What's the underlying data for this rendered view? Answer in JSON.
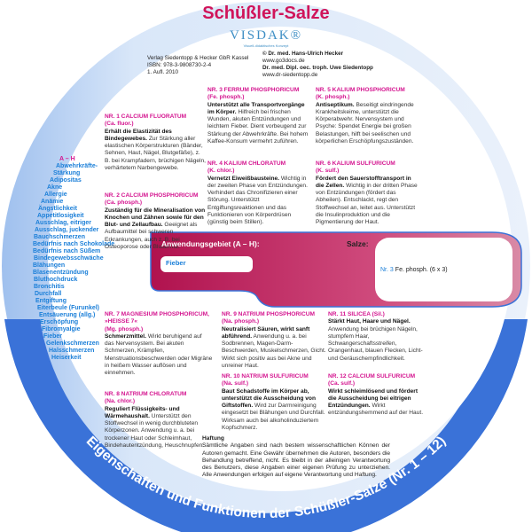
{
  "header": {
    "title": "Schüßler-Salze",
    "logo": "VISDAK®",
    "logo_tagline": "Visuell-didaktisches Konzept",
    "publisher": [
      "Verlag Siedentopp & Hecker GbR Kassel",
      "ISBN: 978-3-9808730-2-4",
      "1. Aufl. 2010"
    ],
    "authors": [
      "© Dr. med. Hans-Ulrich Hecker",
      "www.go3docs.de",
      "Dr. med. Dipl. oec. troph. Uwe Siedentopp",
      "www.dr-siedentopp.de"
    ]
  },
  "index": {
    "header": "A – H",
    "items": [
      "Abwehrkräfte-",
      "Stärkung",
      "Adipositas",
      "Akne",
      "Allergie",
      "Anämie",
      "Ängstlichkeit",
      "Appetitlosigkeit",
      "Ausschlag, eitriger",
      "Ausschlag, juckender",
      "Bauchschmerzen",
      "Bedürfnis nach Schokolade",
      "Bedürfnis nach Süßem",
      "Bindegewebsschwäche",
      "Blähungen",
      "Blasenentzündung",
      "Bluthochdruck",
      "Bronchitis",
      "Durchfall",
      "Entgiftung",
      "Eiterbeule (Furunkel)",
      "Entsäuerung (allg.)",
      "Erschöpfung",
      "Fibromyalgie",
      "Fieber",
      "Gelenkschmerzen",
      "Halsschmerzen",
      "Heiserkeit"
    ]
  },
  "salts": [
    {
      "title": "NR. 1 CALCIUM FLUORATUM",
      "abbr": "(Ca. fluor.)",
      "lead": "Erhält die Elastizität des Bindegewebes.",
      "body": "Zur Stärkung aller elastischen Körperstrukturen (Bänder, Sehnen, Haut, Nägel, Blutgefäße), z. B. bei Krampfadern, brüchigen Nägeln, verhärtetem Narbengewebe."
    },
    {
      "title": "NR. 2 CALCIUM PHOSPHORICUM",
      "abbr": "(Ca. phosph.)",
      "lead": "Zuständig für die Mineralisation von Knochen und Zähnen sowie für den Blut- und Zellaufbau.",
      "body": "Geeignet als Aufbaumittel bei schweren Erkrankungen, auch z. B. bei Osteoporose oder Blutarmut."
    },
    {
      "title": "NR. 3 FERRUM PHOSPHORICUM",
      "abbr": "(Fe. phosph.)",
      "lead": "Unterstützt alle Transportvorgänge im Körper.",
      "body": "Hilfreich bei frischen Wunden, akuten Entzündungen und leichtem Fieber. Dient vorbeugend zur Stärkung der Abwehrkräfte. Bei hohem Kaffee-Konsum vermehrt zuführen."
    },
    {
      "title": "NR. 4 KALIUM CHLORATUM",
      "abbr": "(K. chlor.)",
      "lead": "Vernetzt Eiweißbausteine.",
      "body": "Wichtig in der zweiten Phase von Entzündungen. Verhindert das Chronifizieren einer Störung. Unterstützt Entgiftungsreaktionen und das Funktionieren von Körperdrüsen (günstig beim Stillen)."
    },
    {
      "title": "NR. 5 KALIUM PHOSPHORICUM",
      "abbr": "(K. phosph.)",
      "lead": "Antiseptikum.",
      "body": "Beseitigt eindringende Krankheitskeime, unterstützt die Körperabwehr. Nervensystem und Psyche: Spendet Energie bei großen Belastungen, hilft bei seelischen und körperlichen Erschöpfungszuständen."
    },
    {
      "title": "NR. 6 KALIUM SULFURICUM",
      "abbr": "(K. sulf.)",
      "lead": "Fördert den Sauerstofftransport in die Zellen.",
      "body": "Wichtig in der dritten Phase von Entzündungen (fördert das Abheilen). Entschlackt, regt den Stoffwechsel an, leitet aus. Unterstützt die Insulinproduktion und die Pigmentierung der Haut."
    },
    {
      "title": "NR. 7 MAGNESIUM PHOSPHORICUM, »HEISSE 7«",
      "abbr": "(Mg. phosph.)",
      "lead": "Schmerzmittel.",
      "body": "Wirkt beruhigend auf das Nervensystem. Bei akuten Schmerzen, Krämpfen, Menstruationsbeschwerden oder Migräne in heißem Wasser auflösen und einnehmen."
    },
    {
      "title": "NR. 8 NATRIUM CHLORATUM",
      "abbr": "(Na. chlor.)",
      "lead": "Reguliert Flüssigkeits- und Wärmehaushalt.",
      "body": "Unterstützt den Stoffwechsel in wenig durchbluteten Körperzonen. Anwendung u. a. bei trockener Haut oder Schleimhaut, Bindehautentzündung, Heuschnupfen."
    },
    {
      "title": "NR. 9 NATRIUM PHOSPHORICUM",
      "abbr": "(Na. phosph.)",
      "lead": "Neutralisiert Säuren, wirkt sanft abführend.",
      "body": "Anwendung u. a. bei Sodbrennen, Magen-Darm-Beschwerden, Muskelschmerzen, Gicht. Wirkt sich positiv aus bei Akne und unreiner Haut."
    },
    {
      "title": "NR. 10 NATRIUM SULFURICUM",
      "abbr": "(Na. sulf.)",
      "lead": "Baut Schadstoffe im Körper ab, unterstützt die Ausscheidung von Giftstoffen.",
      "body": "Wird zur Darmreinigung eingesetzt bei Blähungen und Durchfall. Wirksam auch bei alkoholinduziertem Kopfschmerz."
    },
    {
      "title": "NR. 11 SILICEA (Sil.)",
      "abbr": "",
      "lead": "Stärkt Haut, Haare und Nägel.",
      "body": "Anwendung bei brüchigen Nägeln, stumpfem Haar, Schwangerschaftsstreifen, Orangenhaut, blauen Flecken, Licht- und Geräuschempfindlichkeit."
    },
    {
      "title": "NR. 12 CALCIUM SULFURICUM",
      "abbr": "(Ca. sulf.)",
      "lead": "Wirkt schleimlösend und fördert die Ausscheidung bei eitrigen Entzündungen.",
      "body": "Wirkt entzündungshemmend auf der Haut."
    }
  ],
  "selector": {
    "label": "Anwendungsgebiet (A – H):",
    "value": "Fieber",
    "salze_label": "Salze:",
    "result_nr": "Nr. 3",
    "result_text": "Fe. phosph. (6 x 3)"
  },
  "haftung": {
    "title": "Haftung",
    "text": "Sämtliche Angaben sind nach bestem wissenschaftlichen Können der Autoren gemacht. Eine Gewähr übernehmen die Autoren, besonders die Behandlung betreffend, nicht. Es bleibt in der alleinigen Verantwortung des Benutzers, diese Angaben einer eigenen Prüfung zu unterziehen. Alle Anwendungen erfolgen auf eigene Verantwortung und Haftung."
  },
  "arc_title": "Eigenschaften und Funktionen der Schüßler-Salze (Nr. 1 – 12)",
  "colors": {
    "magenta": "#d0145a",
    "blue": "#3a72d8",
    "light_blue": "#c6dbf5",
    "link_blue": "#1b7fd8"
  }
}
